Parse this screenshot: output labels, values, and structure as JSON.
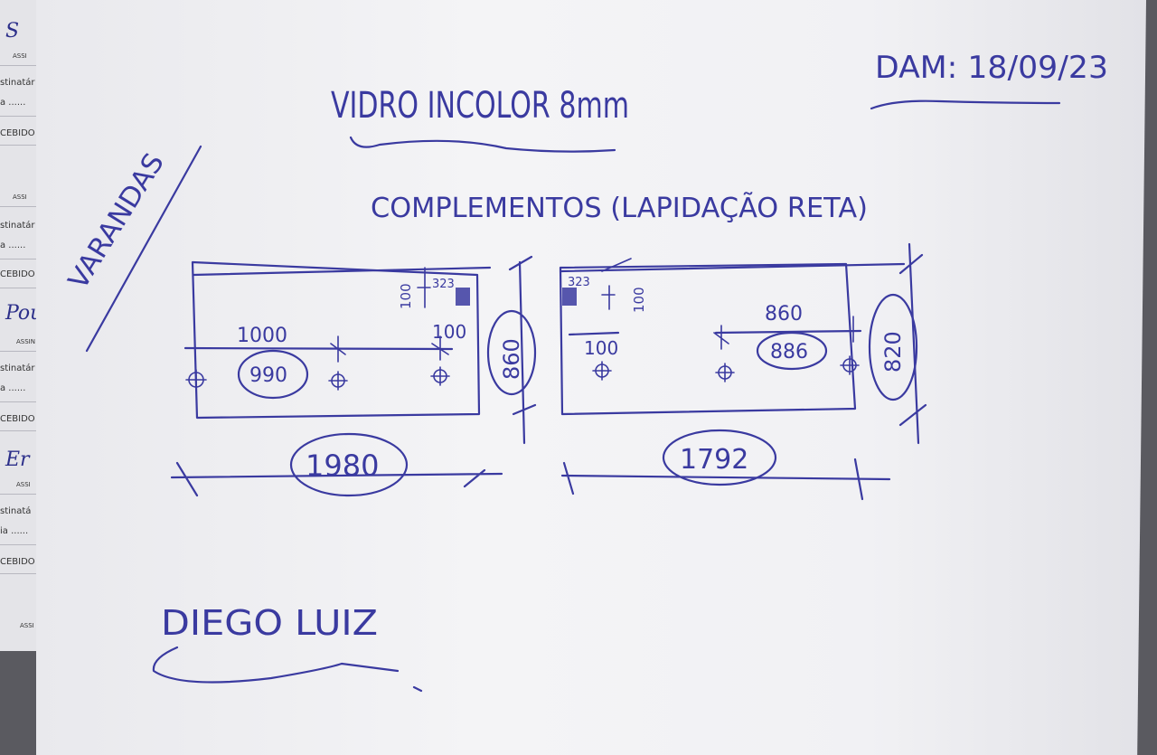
{
  "underlying_form": {
    "rows": [
      {
        "sign": "S",
        "label": "ASSI",
        "dest": "stinatár",
        "sub": "a ......",
        "rec": "CEBIDO"
      },
      {
        "sign": "",
        "label": "ASSI",
        "dest": "stinatár",
        "sub": "a ......",
        "rec": "CEBIDO"
      },
      {
        "sign": "Pou",
        "label": "ASSIN",
        "dest": "stinatár",
        "sub": "a ......",
        "rec": "CEBIDO"
      },
      {
        "sign": "Er",
        "label": "ASSI",
        "dest": "stinatá",
        "sub": "ia ......",
        "rec": "CEBIDO"
      },
      {
        "sign": "",
        "label": "ASSI",
        "dest": "",
        "sub": "",
        "rec": ""
      }
    ]
  },
  "sketch": {
    "title": "VIDRO INCOLOR 8mm",
    "date": "DAM: 18/09/23",
    "subtitle": "COMPLEMENTOS (LAPIDAÇÃO RETA)",
    "side_note": "VARANDAS",
    "signature": "DIEGO LUIZ",
    "left_panel": {
      "width": "1980",
      "height": "860",
      "hole_offset": "1000",
      "hole_spacing": "990",
      "right_hole_dim": "100",
      "notch_w": "323",
      "notch_h": "100"
    },
    "right_panel": {
      "width": "1792",
      "height": "820",
      "hole_offset": "100",
      "hole_spacing_a": "860",
      "hole_spacing_b": "886",
      "notch_w": "323",
      "notch_h": "100"
    }
  },
  "colors": {
    "ink": "#3a3aa0",
    "paper": "#f1f1f4",
    "background": "#5a5a60"
  }
}
